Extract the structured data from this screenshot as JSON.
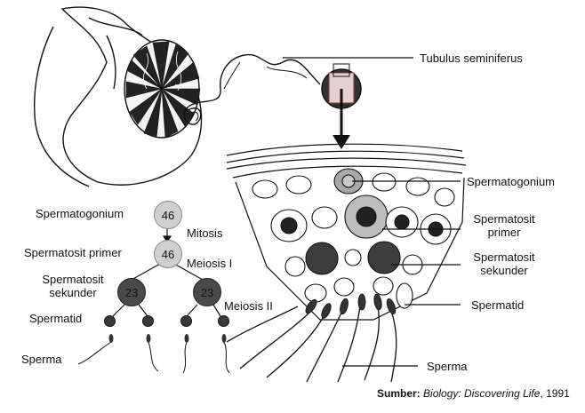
{
  "labels": {
    "tubulus": "Tubulus seminiferus",
    "spermatogonium_right": "Spermatogonium",
    "spermatosit_primer_right": [
      "Spermatosit",
      "primer"
    ],
    "spermatosit_sekunder_right": [
      "Spermatosit",
      "sekunder"
    ],
    "spermatid_right": "Spermatid",
    "sperma_right": "Sperma",
    "spermatogonium_left": "Spermatogonium",
    "mitosis": "Mitosis",
    "spermatosit_primer_left": "Spermatosit primer",
    "meiosis_1": "Meiosis I",
    "spermatosit_sekunder_left": [
      "Spermatosit",
      "sekunder"
    ],
    "meiosis_2": "Meiosis II",
    "spermatid_left": "Spermatid",
    "sperma_left": "Sperma"
  },
  "nodes": {
    "spermatogonium": "46",
    "spermatosit_primer": "46",
    "sekunder_left": "23",
    "sekunder_right": "23"
  },
  "source": {
    "label": "Sumber:",
    "title": "Biology: Discovering Life",
    "year": ", 1991"
  }
}
